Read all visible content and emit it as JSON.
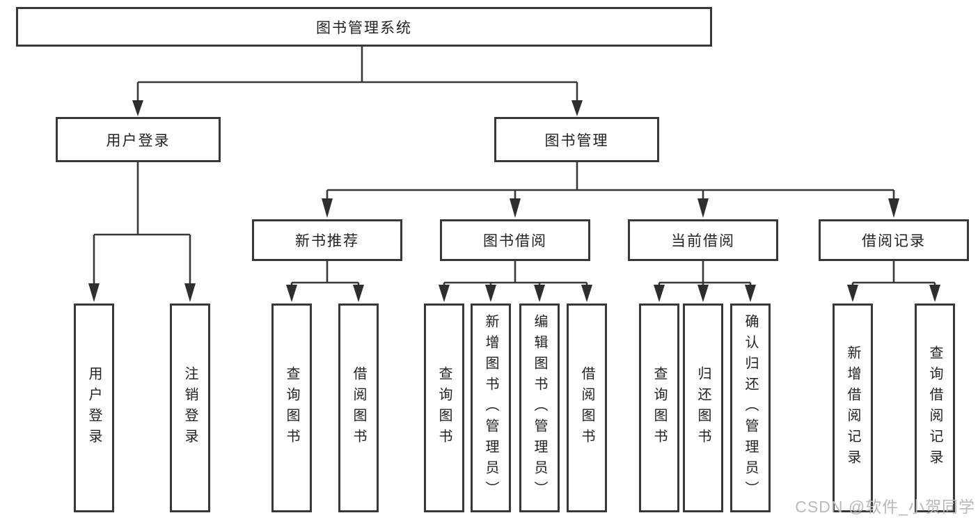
{
  "colors": {
    "line": "#383838",
    "box_border": "#383838",
    "text": "#222222",
    "watermark": "#b9b9b9",
    "background": "#ffffff"
  },
  "nodes": {
    "root": "图书管理系统",
    "l2": [
      "用户登录",
      "图书管理"
    ],
    "l3": [
      "新书推荐",
      "图书借阅",
      "当前借阅",
      "借阅记录"
    ],
    "leaves": {
      "user": [
        "用户登录",
        "注销登录"
      ],
      "recommend": [
        "查询图书",
        "借阅图书"
      ],
      "borrow": [
        "查询图书",
        "新增图书（管理员）",
        "编辑图书（管理员）",
        "借阅图书"
      ],
      "current": [
        "查询图书",
        "归还图书",
        "确认归还（管理员）"
      ],
      "records": [
        "新增借阅记录",
        "查询借阅记录"
      ]
    }
  },
  "watermark": "CSDN @软件_小贺同学"
}
